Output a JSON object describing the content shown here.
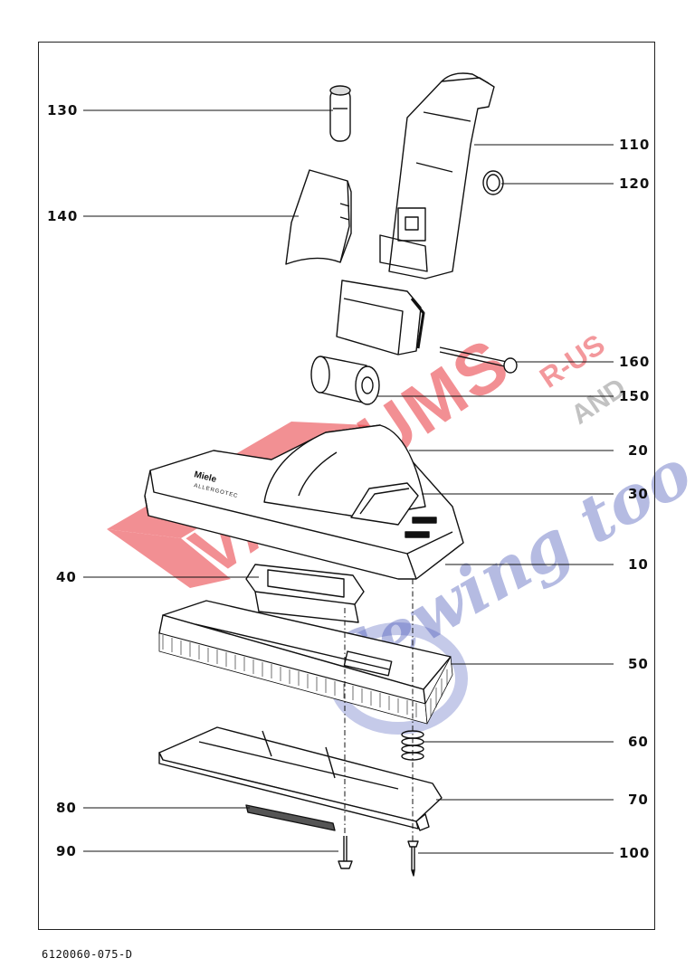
{
  "parts": [
    {
      "label": "130"
    },
    {
      "label": "140"
    },
    {
      "label": "110"
    },
    {
      "label": "120"
    },
    {
      "label": "160"
    },
    {
      "label": "150"
    },
    {
      "label": "20"
    },
    {
      "label": "30"
    },
    {
      "label": "40"
    },
    {
      "label": "10"
    },
    {
      "label": "50"
    },
    {
      "label": "60"
    },
    {
      "label": "70"
    },
    {
      "label": "80"
    },
    {
      "label": "90"
    },
    {
      "label": "100"
    }
  ],
  "brand": {
    "name": "Miele",
    "line": "ALLERGOTEC"
  },
  "watermark": {
    "main": "VACUUMS",
    "r_us": "R-US",
    "and": "AND",
    "script": "Sewing too"
  },
  "colors": {
    "watermark_red": "#e8343b",
    "watermark_blue": "#3f4fb5",
    "watermark_gray": "#9a9a9a",
    "ink": "#111111"
  },
  "footer": {
    "code": "6120060-075-D"
  }
}
